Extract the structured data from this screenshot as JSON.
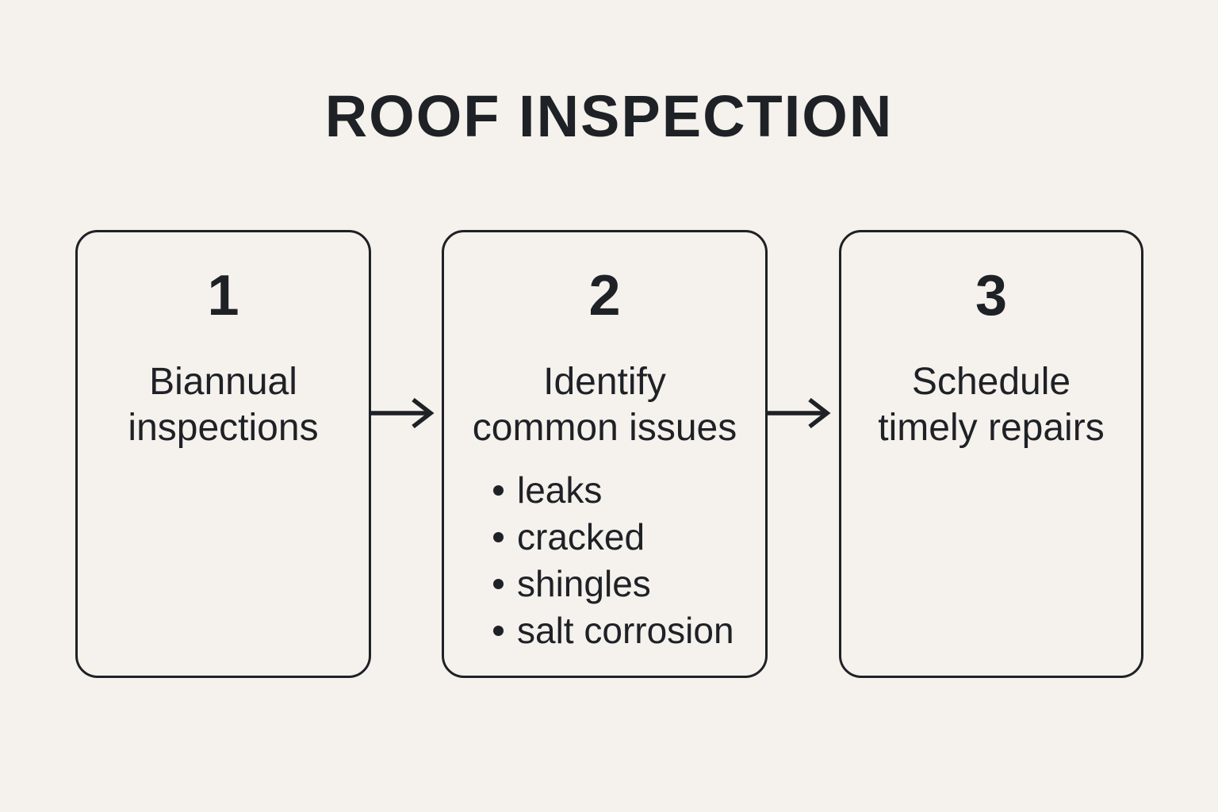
{
  "colors": {
    "background": "#f5f1ec",
    "ink": "#1e2126"
  },
  "title": "ROOF INSPECTION",
  "connector_icon": "arrow-right",
  "steps": [
    {
      "number": "1",
      "label": "Biannual inspections",
      "label_lines": [
        "Biannual",
        "inspections"
      ],
      "bullets": []
    },
    {
      "number": "2",
      "label": "Identify common issues",
      "label_lines": [
        "Identify",
        "common issues"
      ],
      "bullets": [
        "leaks",
        "cracked",
        "shingles",
        "salt corrosion"
      ]
    },
    {
      "number": "3",
      "label": "Schedule timely repairs",
      "label_lines": [
        "Schedule",
        "timely repairs"
      ],
      "bullets": []
    }
  ]
}
